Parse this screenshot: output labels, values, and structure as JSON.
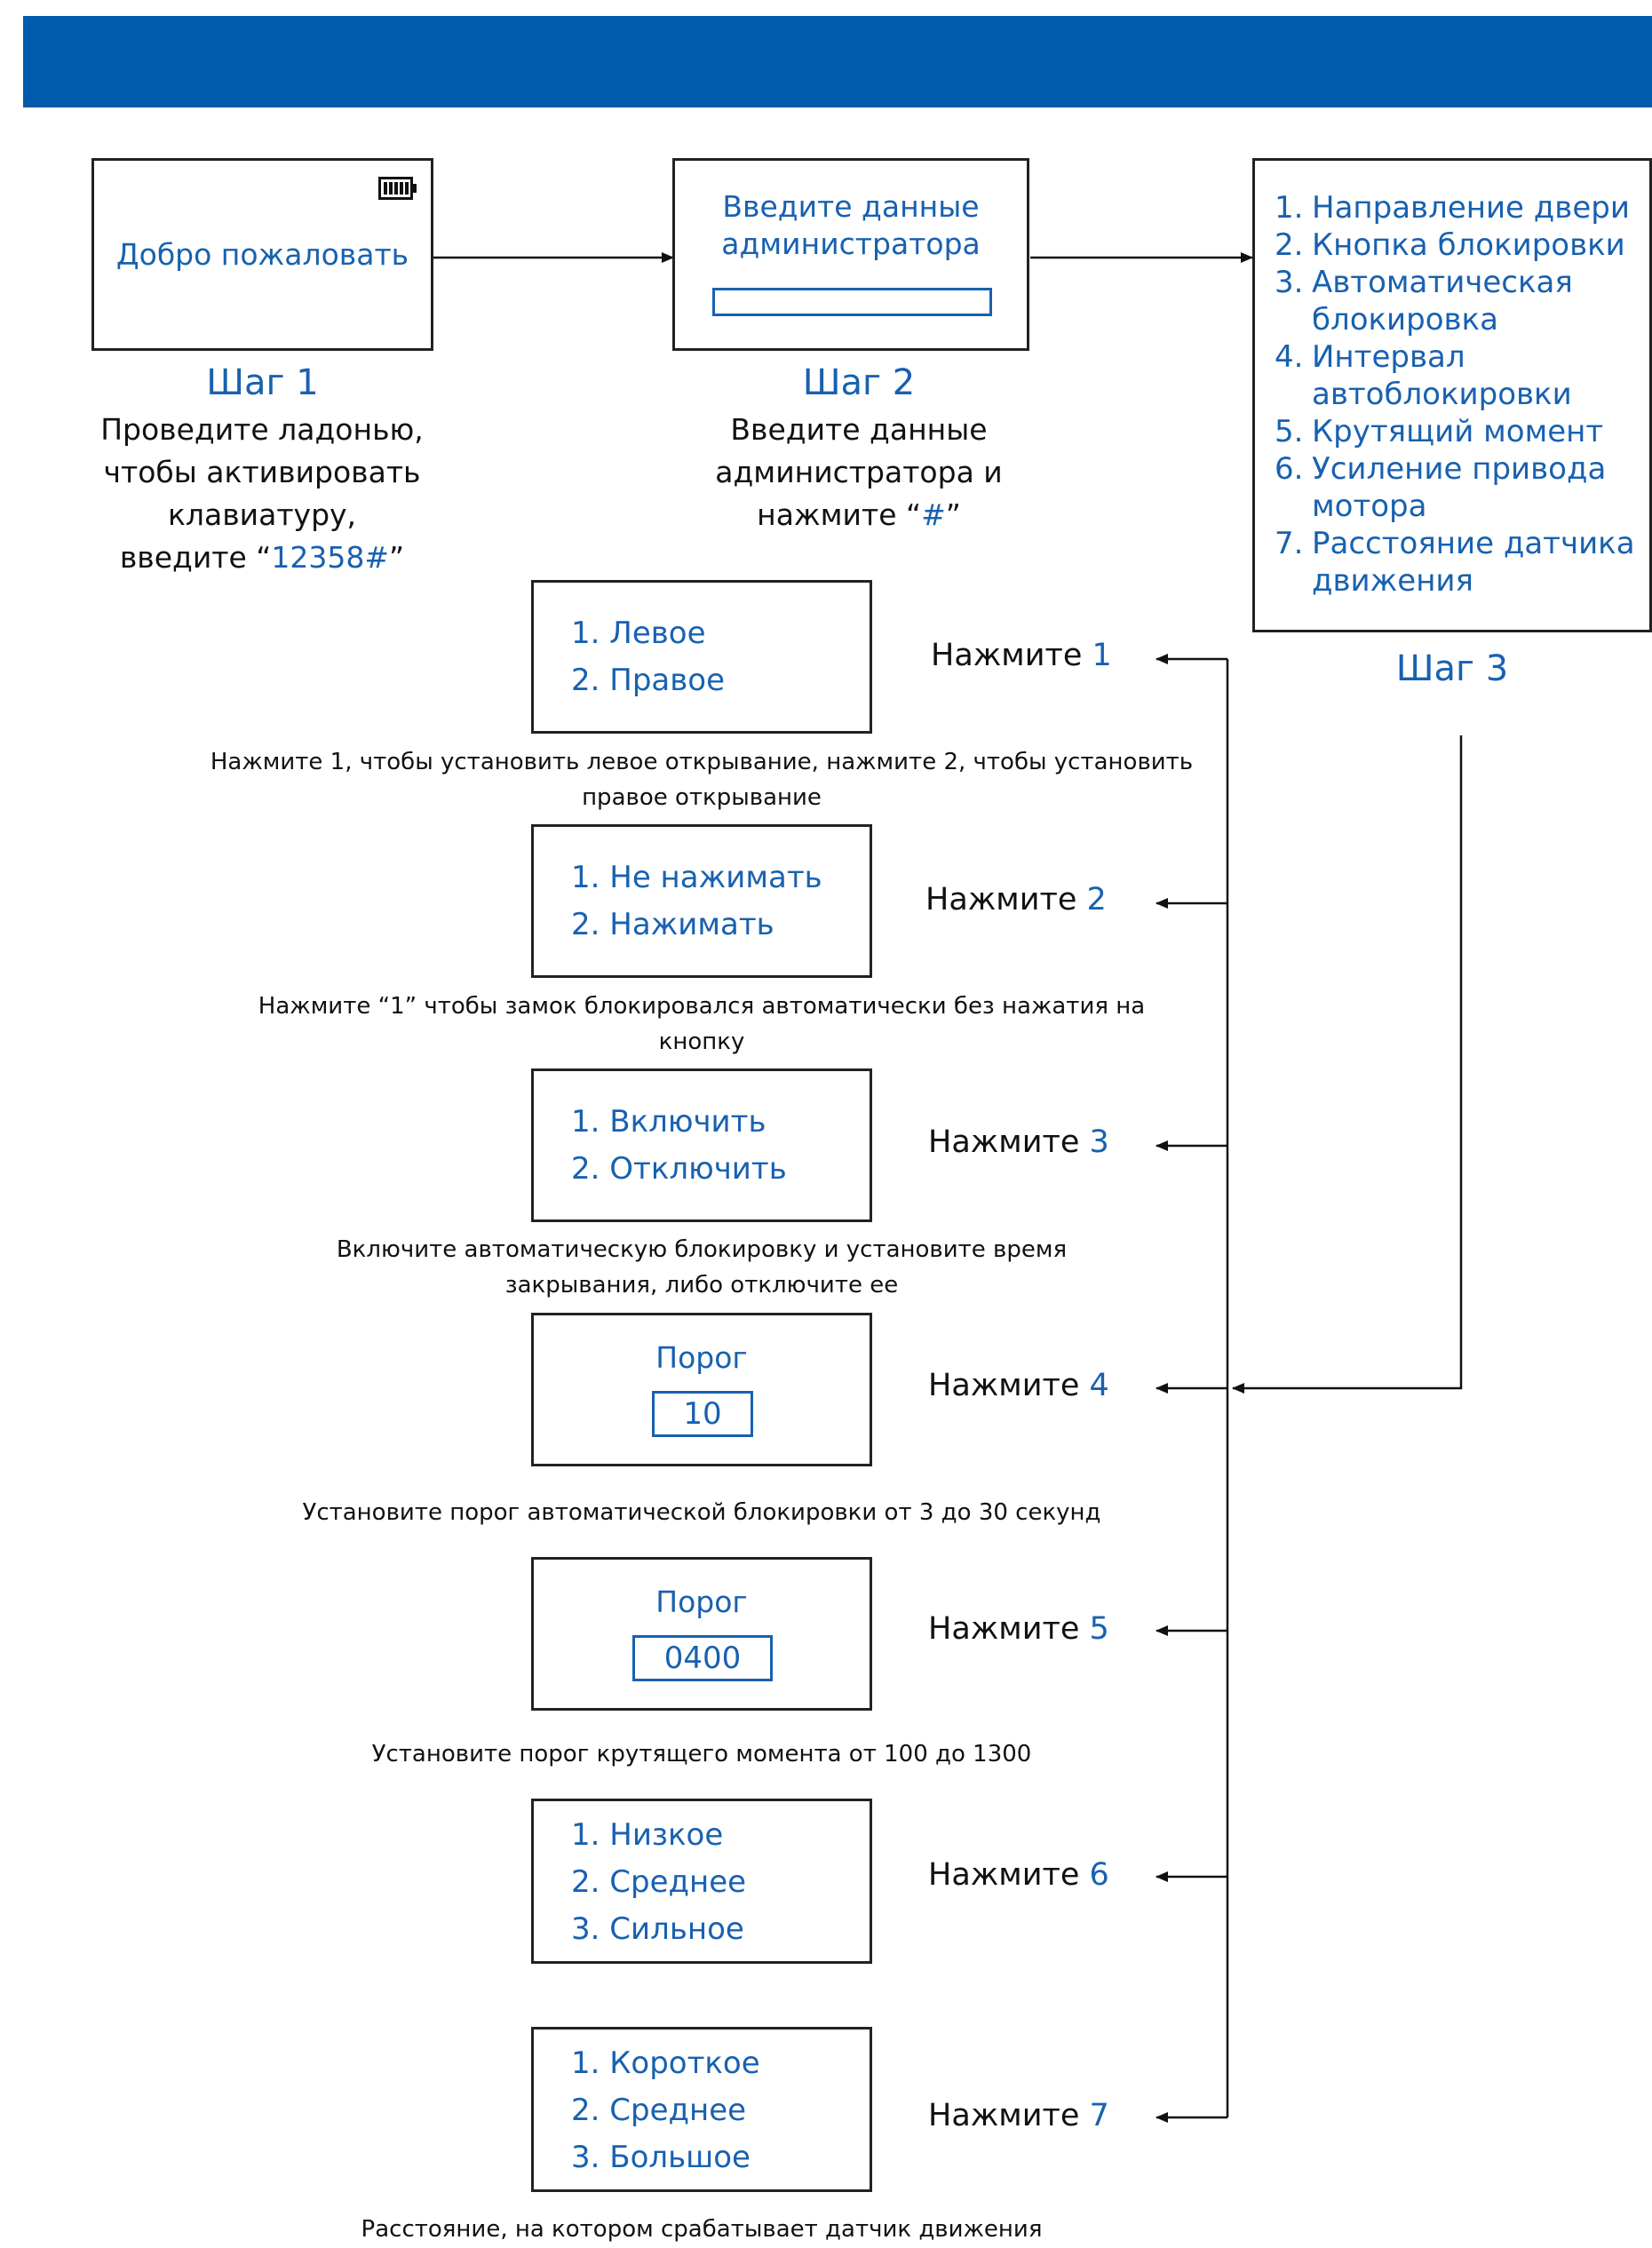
{
  "colors": {
    "banner": "#005bac",
    "accent": "#1861b0",
    "text": "#111111",
    "border": "#222222"
  },
  "step1": {
    "screen_text": "Добро пожаловать",
    "battery_icon": "battery-full-icon",
    "title": "Шаг 1",
    "desc_lines": [
      "Проведите ладонью,",
      "чтобы активировать",
      "клавиатуру,"
    ],
    "desc_last_prefix": "введите “",
    "desc_code": "12358#",
    "desc_last_suffix": "”"
  },
  "step2": {
    "screen_line1": "Введите данные",
    "screen_line2": "администратора",
    "title": "Шаг 2",
    "desc_line1": "Введите данные",
    "desc_line2": "администратора и",
    "desc_line3_prefix": "нажмите “",
    "desc_hash": "#",
    "desc_line3_suffix": "”"
  },
  "step3": {
    "title": "Шаг 3",
    "menu": [
      {
        "num": "1.",
        "lines": [
          "Направление двери"
        ]
      },
      {
        "num": "2.",
        "lines": [
          "Кнопка блокировки"
        ]
      },
      {
        "num": "3.",
        "lines": [
          "Автоматическая",
          "блокировка"
        ]
      },
      {
        "num": "4.",
        "lines": [
          "Интервал",
          "автоблокировки"
        ]
      },
      {
        "num": "5.",
        "lines": [
          "Крутящий момент"
        ]
      },
      {
        "num": "6.",
        "lines": [
          "Усиление привода",
          "мотора"
        ]
      },
      {
        "num": "7.",
        "lines": [
          "Расстояние датчика",
          "движения"
        ]
      }
    ]
  },
  "press_label": "Нажмите",
  "options": [
    {
      "key": "1",
      "items": [
        "1. Левое",
        "2. Правое"
      ],
      "caption": [
        "Нажмите 1, чтобы установить левое открывание, нажмите 2, чтобы установить",
        "правое открывание"
      ]
    },
    {
      "key": "2",
      "items": [
        "1. Не нажимать",
        "2. Нажимать"
      ],
      "caption": [
        "Нажмите “1” чтобы замок блокировался автоматически без нажатия на",
        "кнопку"
      ]
    },
    {
      "key": "3",
      "items": [
        "1. Включить",
        "2. Отключить"
      ],
      "caption": [
        "Включите автоматическую блокировку и установите время",
        "закрывания, либо отключите ее"
      ]
    },
    {
      "key": "4",
      "threshold_label": "Порог",
      "threshold_value": "10",
      "caption": [
        "Установите порог автоматической блокировки от 3 до 30 секунд"
      ]
    },
    {
      "key": "5",
      "threshold_label": "Порог",
      "threshold_value": "0400",
      "caption": [
        "Установите порог крутящего момента от 100 до 1300"
      ]
    },
    {
      "key": "6",
      "items": [
        "1. Низкое",
        "2. Среднее",
        "3. Сильное"
      ],
      "caption": []
    },
    {
      "key": "7",
      "items": [
        "1. Короткое",
        "2. Среднее",
        "3. Большое"
      ],
      "caption": [
        "Расстояние, на котором срабатывает датчик движения"
      ]
    }
  ]
}
